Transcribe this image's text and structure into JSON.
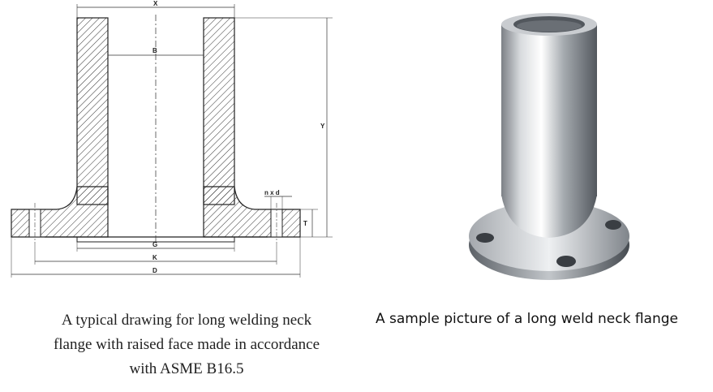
{
  "drawing": {
    "labels": {
      "x": "X",
      "b": "B",
      "y": "Y",
      "nxd": "n x d",
      "t": "T",
      "g": "G",
      "k": "K",
      "d": "D"
    },
    "caption_lines": [
      "A typical drawing for long welding neck",
      "flange with raised face made in accordance",
      "with ASME B16.5"
    ]
  },
  "photo": {
    "caption": "A sample picture of a long weld neck flange"
  }
}
